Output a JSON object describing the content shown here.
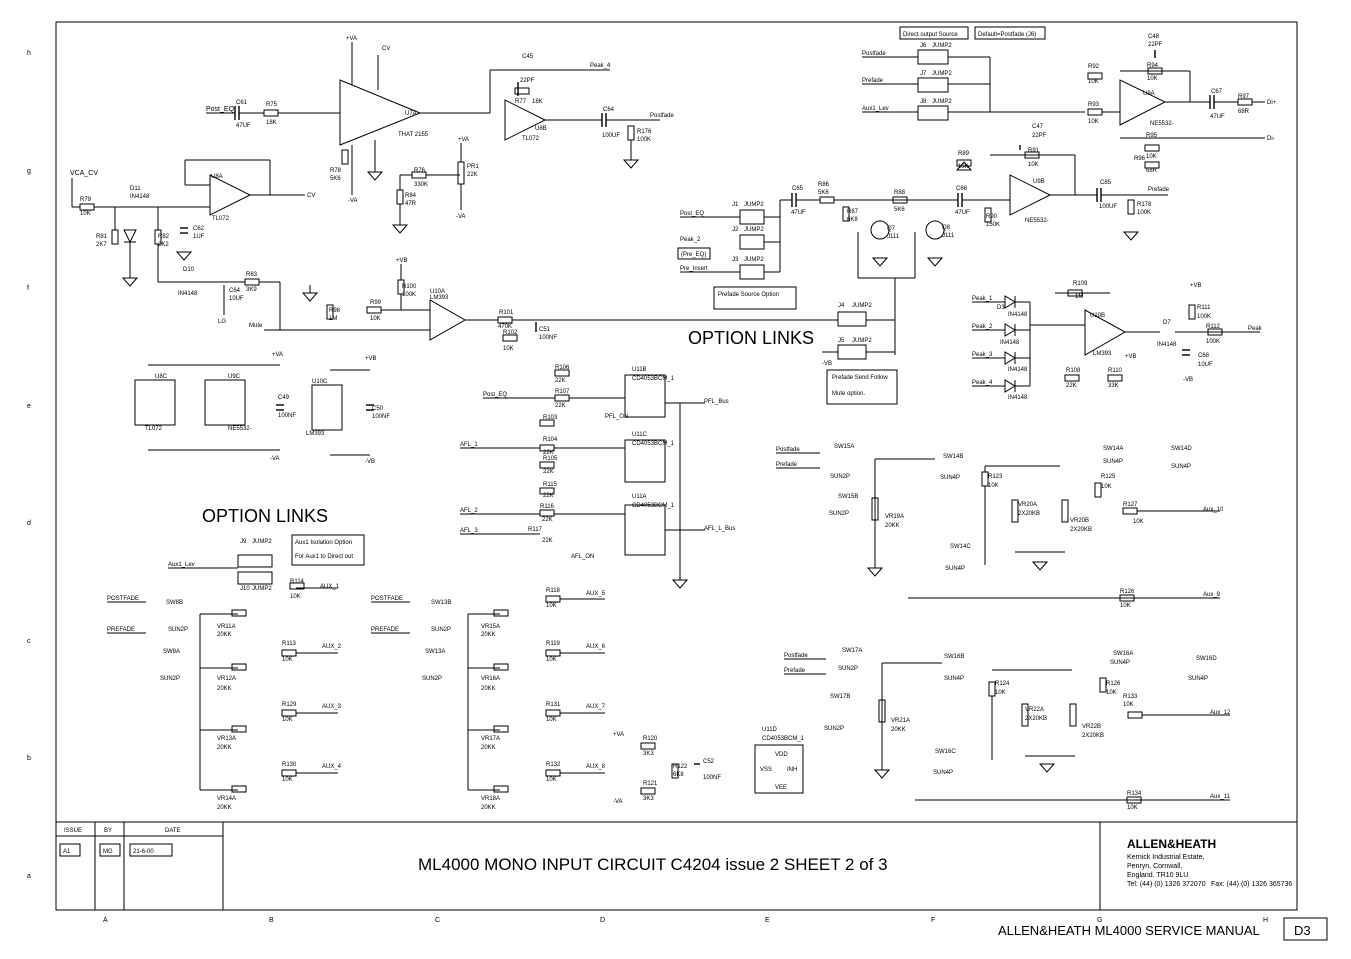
{
  "frame": {
    "row_letters": [
      "h",
      "g",
      "f",
      "e",
      "d",
      "c",
      "b",
      "a"
    ],
    "col_letters": [
      "A",
      "B",
      "C",
      "D",
      "E",
      "F",
      "G",
      "H"
    ]
  },
  "title_block": {
    "issue_header": "ISSUE",
    "by_header": "BY",
    "date_header": "DATE",
    "issue": "A1",
    "by": "MG",
    "date": "21-6-00",
    "title": "ML4000 MONO INPUT CIRCUIT   C4204 issue 2   SHEET 2 of 3",
    "company": "ALLEN&HEATH",
    "address": [
      "Kernick Industrial Estate,",
      "Penryn, Cornwall,",
      "England. TR10 9LU"
    ],
    "tel": "Tel:  (44) (0) 1326 372070",
    "fax": "Fax: (44) (0) 1326 365736"
  },
  "footer": {
    "manual": "ALLEN&HEATH  ML4000 SERVICE MANUAL",
    "page": "D3"
  },
  "option_headings": {
    "top": "OPTION LINKS",
    "left": "OPTION LINKS"
  },
  "boxes": {
    "direct_output": "Direct output Source",
    "default": "Default=Postfade (J6)",
    "prefade_source": "Prefade Source Option",
    "prefade_send_1": "Prefade Send Follow",
    "prefade_send_2": "Mute option.",
    "aux1_iso_1": "Aux1 Isolation Option",
    "aux1_iso_2": "For Aux1 to Direct out",
    "pre_eq": "(Pre_EQ)"
  },
  "signals": {
    "post_eq": "Post_EQ",
    "vca_cv": "VCA_CV",
    "cv": "CV",
    "cv2": "CV",
    "peak4": "Peak_4",
    "postfade": "Postfade",
    "prefade": "Prefade",
    "aux1_lev": "Aux1_Lev",
    "di_plus": "Di+",
    "di_minus": "Di-",
    "mute": "Mute",
    "peak": "Peak",
    "peak_1": "Peak_1",
    "peak_2": "Peak_2",
    "peak_3": "Peak_3",
    "peak_4b": "Peak_4",
    "post_eq2": "Post_EQ",
    "peak2": "Peak_2",
    "pre_insert": "Pre_Insert",
    "post_eq3": "Post_EQ",
    "afl1": "AFL_1",
    "afl2": "AFL_2",
    "afl3": "AFL_3",
    "pfl_on": "PFL_ON",
    "pfl_bus": "PFL_Bus",
    "afl_l_bus": "AFL_L_Bus",
    "afl_on": "AFL_ON",
    "aux1_lev2": "Aux1_Lev",
    "postfade_a": "POSTFADE",
    "prefade_a": "PREFADE",
    "postfade_b": "POSTFADE",
    "prefade_b": "PREFADE",
    "aux_1": "AUX_1",
    "aux_2": "AUX_2",
    "aux_3": "AUX_3",
    "aux_4": "AUX_4",
    "aux_5": "AUX_5",
    "aux_6": "AUX_6",
    "aux_7": "AUX_7",
    "aux_8": "AUX_8",
    "postfade_c": "Postfade",
    "prefade_c": "Prefade",
    "postfade_d": "Postfade",
    "prefade_d": "Prefade",
    "aux_9": "Aux_9",
    "aux_10": "Aux_10",
    "aux_11": "Aux_11",
    "aux_12": "Aux_12",
    "va": "+VA",
    "nva": "-VA",
    "vb": "+VB",
    "nvb": "-VB"
  },
  "parts": {
    "u7a": "U7A",
    "that": "THAT 2155",
    "u8b": "U8B",
    "tl072": "TL072",
    "u8a": "U8A",
    "u8a_t": "TL072",
    "u9a": "U9A",
    "ne1": "NE5532-",
    "u9b": "U9B",
    "ne2": "NE5532-",
    "u10a": "U10A",
    "lm393": "LM393",
    "u10b": "U10B",
    "lm393b": "LM393",
    "q7": "Q7",
    "q8": "Q8",
    "j111": "J111",
    "j111b": "J111",
    "u8c": "U8C",
    "u8c_t": "TL072",
    "u9c": "U9C",
    "u9c_t": "NE5532-",
    "u10c": "U10C",
    "u10c_t": "LM393",
    "u11b": "U11B",
    "u11c": "U11C",
    "u11a": "U11A",
    "u11d": "U11D",
    "cd4053": "CD4053BCM_1",
    "r75": "R75",
    "r75v": "18K",
    "c61": "C61",
    "c61v": "47UF",
    "r77": "R77",
    "r77v": "18K",
    "c45": "C45",
    "c45v": "22PF",
    "c64": "C64",
    "c64v": "100UF",
    "r176": "R176",
    "r176v": "100K",
    "r78": "R78",
    "r78v": "5K6",
    "r76": "R76",
    "r76v": "330K",
    "pr1": "PR1",
    "pr1v": "22K",
    "r84": "R84",
    "r84v": "47R",
    "r79": "R79",
    "r79v": "10K",
    "d11": "D11",
    "d11v": "IN4148",
    "r81": "R81",
    "r81v": "2K7",
    "r82": "R82",
    "r82v": "2K2",
    "c62": "C62",
    "c62v": "1UF",
    "d10": "D10",
    "d10v": "IN4148",
    "c64b": "C64",
    "c64bv": "10UF",
    "r83": "R83",
    "r83v": "3K9",
    "r98": "R98",
    "r98v": "1M",
    "r99": "R99",
    "r99v": "10K",
    "r100": "R100",
    "r100v": "100K",
    "r101": "R101",
    "r101v": "470K",
    "r102": "R102",
    "r102v": "10K",
    "c51": "C51",
    "c51v": "100NF",
    "c65": "C65",
    "c65v": "47UF",
    "r86": "R86",
    "r86v": "5K6",
    "r87": "R87",
    "r87v": "6K8",
    "r88": "R88",
    "r88v": "5K6",
    "c66": "C66",
    "c66v": "47UF",
    "r90": "R90",
    "r90v": "150K",
    "r89": "R89",
    "r89v": "10K",
    "r91": "R91",
    "r91v": "10K",
    "c47": "C47",
    "c47v": "22PF",
    "c85": "C85",
    "c85v": "100UF",
    "r178": "R178",
    "r178v": "100K",
    "r92": "R92",
    "r92v": "10K",
    "r93": "R93",
    "r93v": "10K",
    "r94": "R94",
    "r94v": "10K",
    "c48": "C48",
    "c48v": "22PF",
    "c67": "C67",
    "c67v": "47UF",
    "r97": "R97",
    "r97v": "68R",
    "r95": "R95",
    "r95v": "10K",
    "r96": "R96",
    "r96v": "68R",
    "r109": "R109",
    "r109v": "1M",
    "r111": "R111",
    "r111v": "100K",
    "r112": "R112",
    "r112v": "100K",
    "d7": "D7",
    "d7v": "IN4148",
    "c68": "C68",
    "c68v": "10UF",
    "r108": "R108",
    "r108v": "22K",
    "r110": "R110",
    "r110v": "33K",
    "d3": "D3",
    "d4": "D4",
    "d5": "D5",
    "d6": "D6",
    "dv": "IN4148",
    "c49": "C49",
    "c49v": "100NF",
    "c50": "C50",
    "c50v": "100NF",
    "r106": "R106",
    "r107": "R107",
    "r103": "R103",
    "r104": "R104",
    "r105": "R105",
    "r115": "R115",
    "r116": "R116",
    "r117": "R117",
    "k22": "22K",
    "j1": "J1",
    "j2": "J2",
    "j3": "J3",
    "j4": "J4",
    "j5": "J5",
    "j6": "J6",
    "j7": "J7",
    "j8": "J8",
    "j9": "J9",
    "j10": "J10",
    "jumper": "JUMP2",
    "r114": "R114",
    "r113": "R113",
    "r129": "R129",
    "r130": "R130",
    "r118": "R118",
    "r119": "R119",
    "r131": "R131",
    "r132": "R132",
    "k10": "10K",
    "vr11": "VR11A",
    "vr12": "VR12A",
    "vr13": "VR13A",
    "vr14": "VR14A",
    "vr15": "VR15A",
    "vr16": "VR16A",
    "vr17": "VR17A",
    "vr18": "VR18A",
    "k20": "20KK",
    "sw8b": "SW8B",
    "sw8a": "SW8A",
    "sw13b": "SW13B",
    "sw13a": "SW13A",
    "sun2p": "SUN2P",
    "r120": "R120",
    "r121": "R121",
    "k3": "3K3",
    "r122": "R122",
    "r122v": "6K8",
    "c52": "C52",
    "c52v": "100NF",
    "vss": "VSS",
    "vdd": "VDD",
    "inh": "INH",
    "vee": "VEE",
    "sw15a": "SW15A",
    "sw15b": "SW15B",
    "sw14b": "SW14B",
    "sw14a": "SW14A",
    "sw14c": "SW14C",
    "sw14d": "SW14D",
    "sun4p": "SUN4P",
    "vr19": "VR19A",
    "vr19v": "20KK",
    "vr20a": "VR20A",
    "vr20b": "VR20B",
    "kb": "2X20KB",
    "r123": "R123",
    "r125": "R125",
    "r127": "R127",
    "r128": "R128",
    "sw17a": "SW17A",
    "sw17b": "SW17B",
    "sw16b": "SW16B",
    "sw16a": "SW16A",
    "sw16c": "SW16C",
    "sw16d": "SW16D",
    "vr21": "VR21A",
    "vr22a": "VR22A",
    "vr22b": "VR22B",
    "r124": "R124",
    "r126": "R126",
    "r133": "R133",
    "r134": "R134"
  }
}
